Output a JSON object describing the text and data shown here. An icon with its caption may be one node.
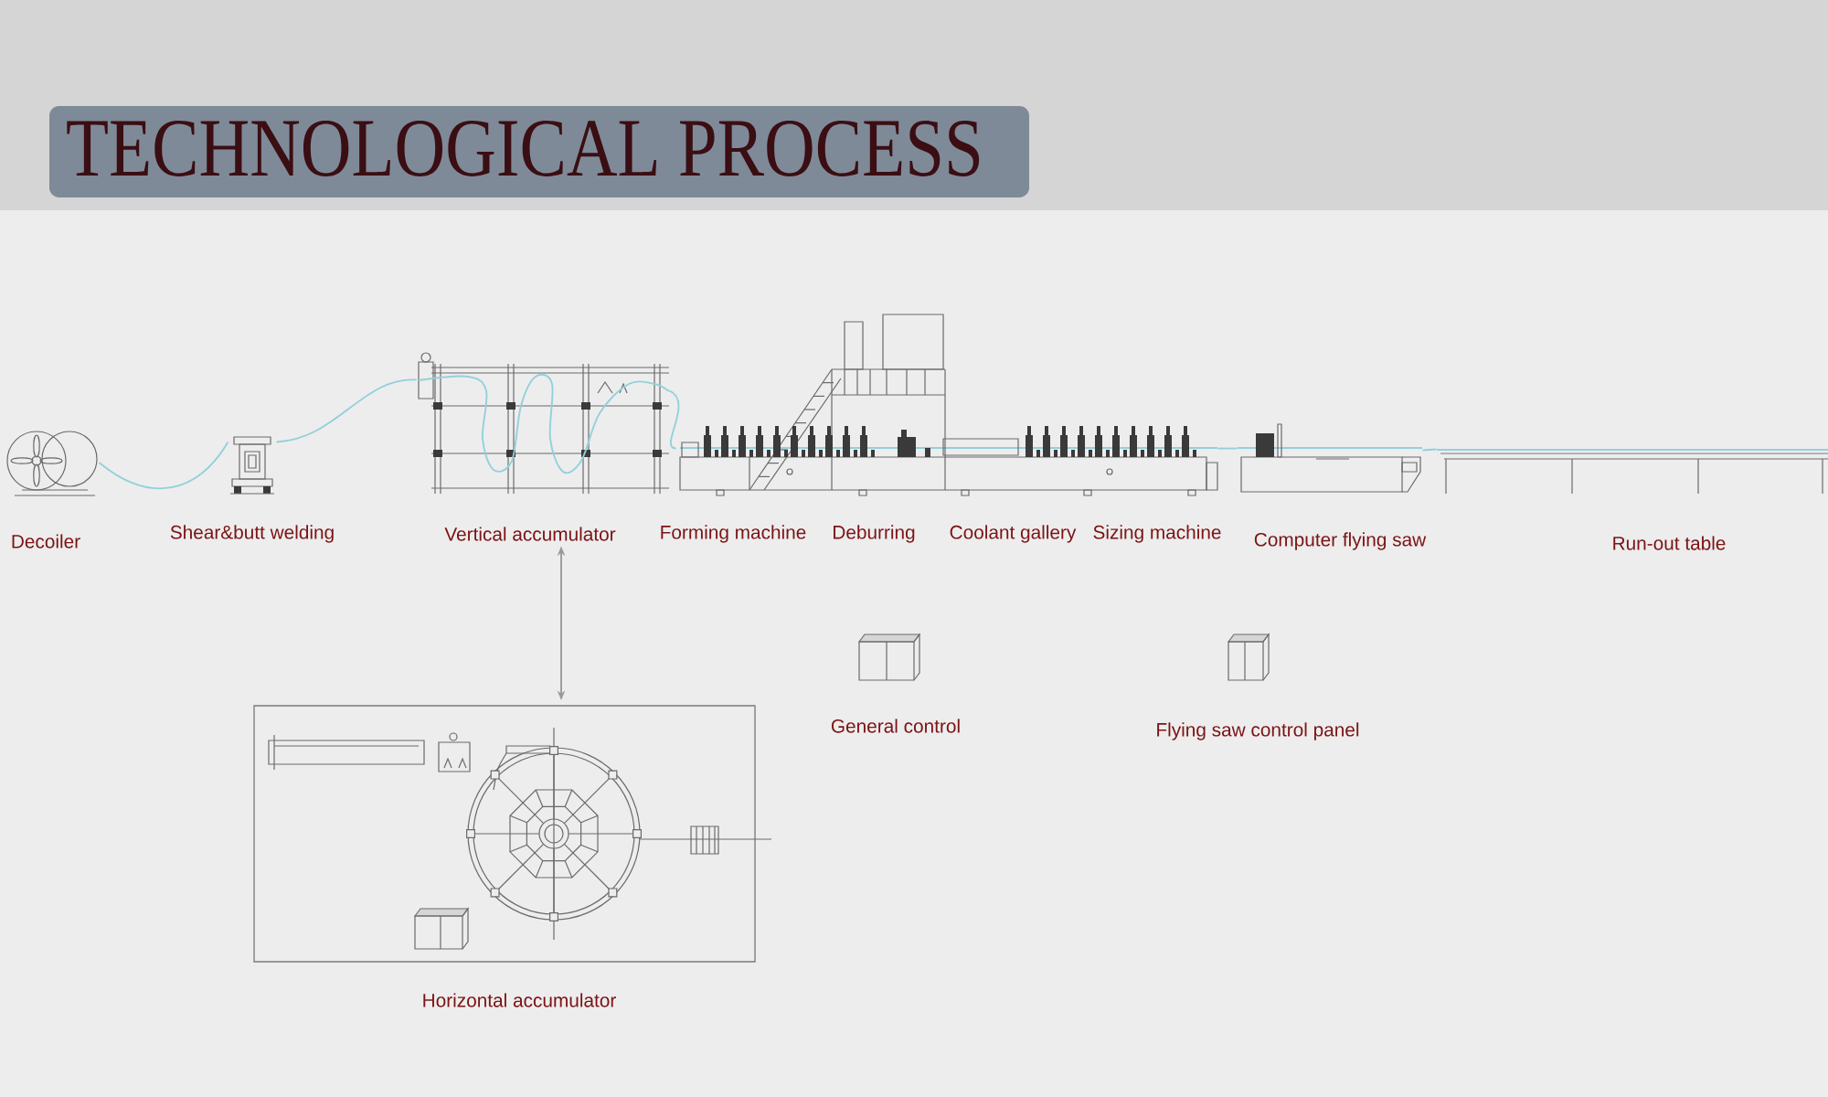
{
  "diagram": {
    "title": "TECHNOLOGICAL PROCESS",
    "nodes": [
      {
        "text": [
          "Decoiler"
        ]
      },
      {
        "text": [
          "Shear&butt welding"
        ]
      },
      {
        "text": [
          "Vertical accumulator"
        ]
      },
      {
        "text": [
          "Forming machine",
          "Deburring",
          "Coolant gallery",
          "Sizing machine"
        ]
      },
      {
        "text": [
          "Computer flying saw"
        ]
      },
      {
        "text": [
          "Run-out table"
        ]
      },
      {
        "text": [
          "Horizontal accumulator"
        ]
      },
      {
        "text": [
          "General control"
        ]
      },
      {
        "text": [
          "Flying saw control panel"
        ]
      }
    ],
    "edges": [
      {
        "from": 0,
        "to": 1,
        "arrow": "none"
      },
      {
        "from": 1,
        "to": 2,
        "arrow": "none"
      },
      {
        "from": 2,
        "to": 3,
        "arrow": "none"
      },
      {
        "from": 3,
        "to": 4,
        "arrow": "none"
      },
      {
        "from": 4,
        "to": 5,
        "arrow": "none"
      },
      {
        "from": 6,
        "to": 2,
        "arrow": "both",
        "color": "#9a9a9a"
      }
    ]
  }
}
